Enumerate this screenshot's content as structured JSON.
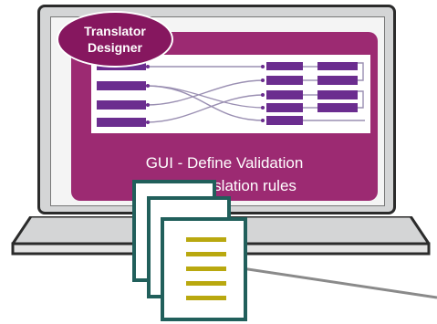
{
  "badge": {
    "line1": "Translator",
    "line2": "Designer"
  },
  "gui_caption": {
    "line1": "GUI - Define Validation",
    "line2": "and Translation rules"
  },
  "colors": {
    "panel": "#9c2a72",
    "badge": "#86175f",
    "node": "#6b2d8f",
    "document_border": "#215f5b",
    "document_lines": "#b9a80f"
  },
  "icons": [
    "laptop-icon",
    "document-stack-icon"
  ]
}
